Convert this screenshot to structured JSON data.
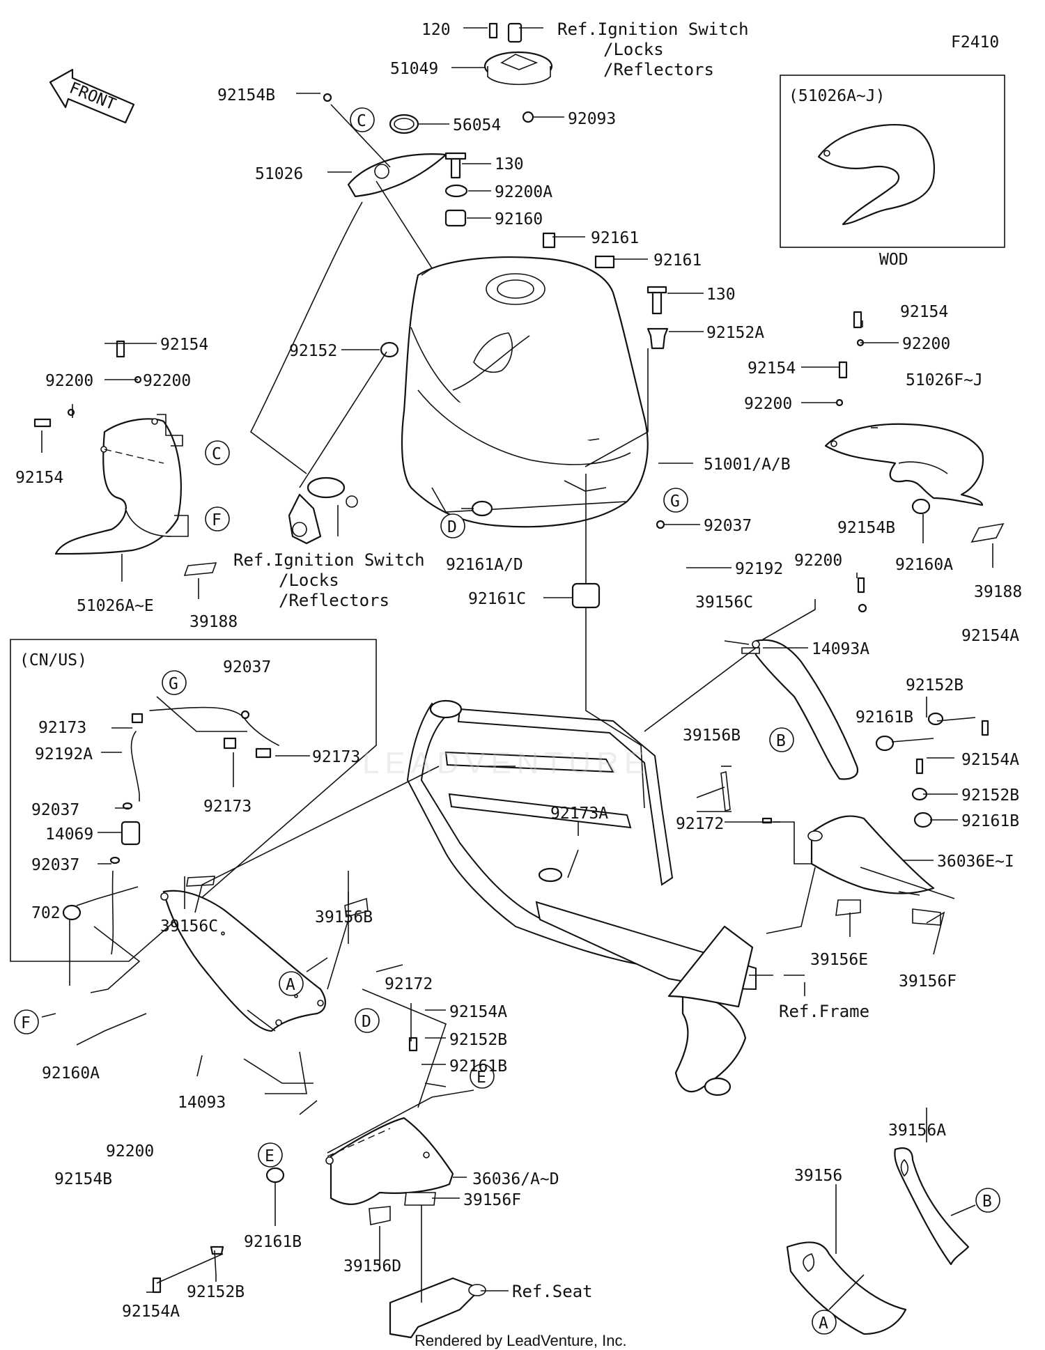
{
  "figure_code": "F2410",
  "front_arrow_label": "FRONT",
  "footer": "Rendered by LeadVenture, Inc.",
  "watermark": "LEADVENTURE",
  "region_boxes": {
    "wod": {
      "header": "(51026A~J)",
      "footer": "WOD"
    },
    "cnus": {
      "header": "(CN/US)"
    }
  },
  "circle_tags": [
    "A",
    "B",
    "C",
    "D",
    "E",
    "F",
    "G"
  ],
  "ref_notes": {
    "ignition_top": [
      "Ref.Ignition Switch",
      "/Locks",
      "/Reflectors"
    ],
    "ignition_mid": [
      "Ref.Ignition Switch",
      "/Locks",
      "/Reflectors"
    ],
    "frame": "Ref.Frame",
    "seat": "Ref.Seat"
  },
  "labels": {
    "p120": "120",
    "p51049": "51049",
    "p92093": "92093",
    "p92154B_top": "92154B",
    "p56054": "56054",
    "p51026": "51026",
    "p130_a": "130",
    "p92200A": "92200A",
    "p92160": "92160",
    "p92161_a": "92161",
    "p92161_b": "92161",
    "p130_b": "130",
    "p92152A": "92152A",
    "p92152": "92152",
    "p92154_l": "92154",
    "p92200_l1": "92200",
    "p92200_l2": "92200",
    "p92154_l2": "92154",
    "p51026AE": "51026A~E",
    "p39188_l": "39188",
    "p51001": "51001/A/B",
    "p92037_a": "92037",
    "p92161AD": "92161A/D",
    "p92192": "92192",
    "p92161C": "92161C",
    "p92154_r1": "92154",
    "p92200_r1": "92200",
    "p92154_r2": "92154",
    "p92200_r2": "92200",
    "p51026FJ": "51026F~J",
    "p92160A_r": "92160A",
    "p39188_r": "39188",
    "p92200_mid": "92200",
    "p92154B_mid": "92154B",
    "p39156C_top": "39156C",
    "p14093A": "14093A",
    "p92154A_r1": "92154A",
    "p92152B_r1": "92152B",
    "p92161B_r1": "92161B",
    "p39156B_r": "39156B",
    "p92154A_r2": "92154A",
    "p92152B_r2": "92152B",
    "p92172_r": "92172",
    "p92161B_r2": "92161B",
    "p36036EI": "36036E~I",
    "p39156E": "39156E",
    "p39156F_r": "39156F",
    "p92173A": "92173A",
    "p92037_b": "92037",
    "p92173_a": "92173",
    "p92192A": "92192A",
    "p92173_b": "92173",
    "p92173_c": "92173",
    "p92037_c": "92037",
    "p14069": "14069",
    "p92037_d": "92037",
    "p702": "702",
    "p39156C_bot": "39156C",
    "p39156B_bot": "39156B",
    "p92172_bot": "92172",
    "p92160A_l": "92160A",
    "p14093": "14093",
    "p92200_bot": "92200",
    "p92154B_bot": "92154B",
    "p92154A_mid": "92154A",
    "p92152B_mid": "92152B",
    "p92161B_mid": "92161B",
    "p36036AD": "36036/A~D",
    "p39156F_bot": "39156F",
    "p39156D": "39156D",
    "p92161B_bot": "92161B",
    "p92152B_bot": "92152B",
    "p92154A_bot": "92154A",
    "p39156A": "39156A",
    "p39156": "39156"
  }
}
